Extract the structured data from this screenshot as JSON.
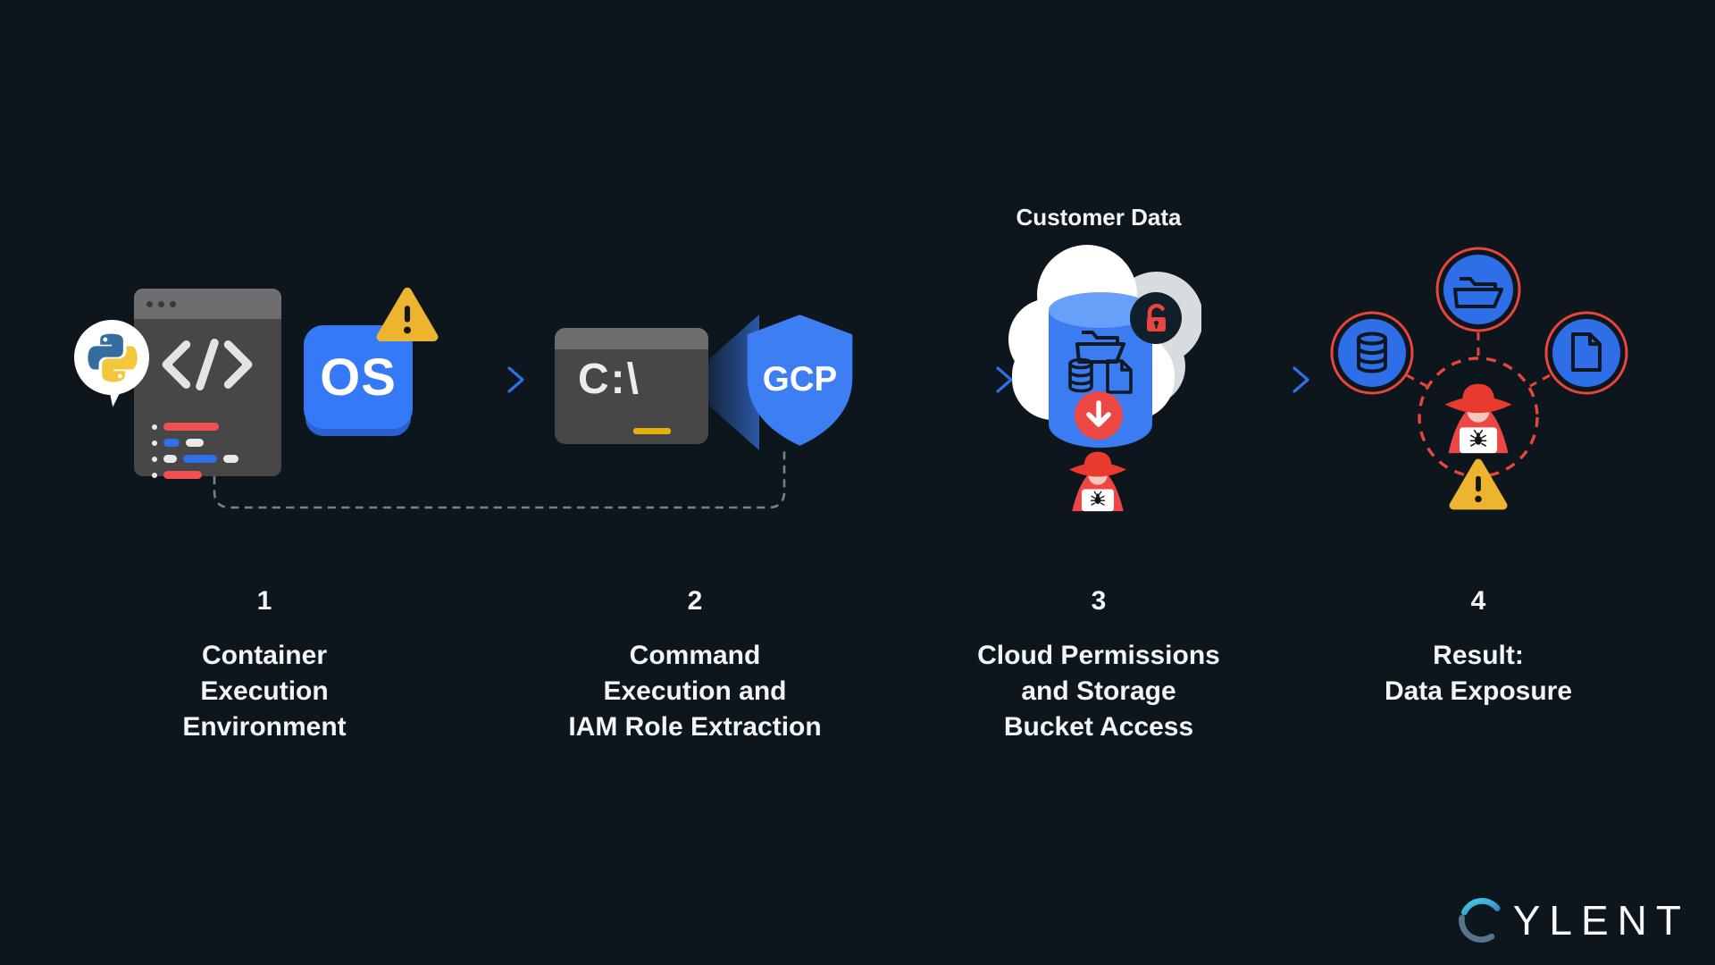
{
  "steps": [
    {
      "number": "1",
      "title_lines": [
        "Container",
        "Execution",
        "Environment"
      ]
    },
    {
      "number": "2",
      "title_lines": [
        "Command",
        "Execution and",
        "IAM Role Extraction"
      ]
    },
    {
      "number": "3",
      "title_lines": [
        "Cloud Permissions",
        "and Storage",
        "Bucket Access"
      ]
    },
    {
      "number": "4",
      "title_lines": [
        "Result:",
        "Data Exposure"
      ]
    }
  ],
  "step1": {
    "os_label": "OS",
    "icons": [
      "python-logo",
      "code-editor-window",
      "os-badge",
      "warning-triangle"
    ]
  },
  "step2": {
    "terminal_prompt": "C:\\",
    "shield_label": "GCP",
    "icons": [
      "terminal-window",
      "gcp-shield"
    ]
  },
  "step3": {
    "cloud_label": "Customer Data",
    "icons": [
      "cloud",
      "storage-bucket",
      "open-folder",
      "database",
      "document",
      "unlocked-padlock",
      "download-arrow-circle",
      "hacker"
    ]
  },
  "step4": {
    "icons": [
      "folder-circle",
      "database-circle",
      "document-circle",
      "hacker",
      "warning-triangle",
      "dashed-target-circle"
    ]
  },
  "brand": {
    "wordmark": "YLENT",
    "full_name": "CYLENT",
    "logo_icon": "cylent-c-ring"
  },
  "colors": {
    "background": "#0d161c",
    "accent_blue": "#2f6fe8",
    "shield_blue": "#3d7ef2",
    "alert_red": "#ee4644",
    "warning_yellow": "#edb52f",
    "panel_gray": "#474747",
    "cloud_white": "#ffffff",
    "text": "#f2f4f5"
  }
}
